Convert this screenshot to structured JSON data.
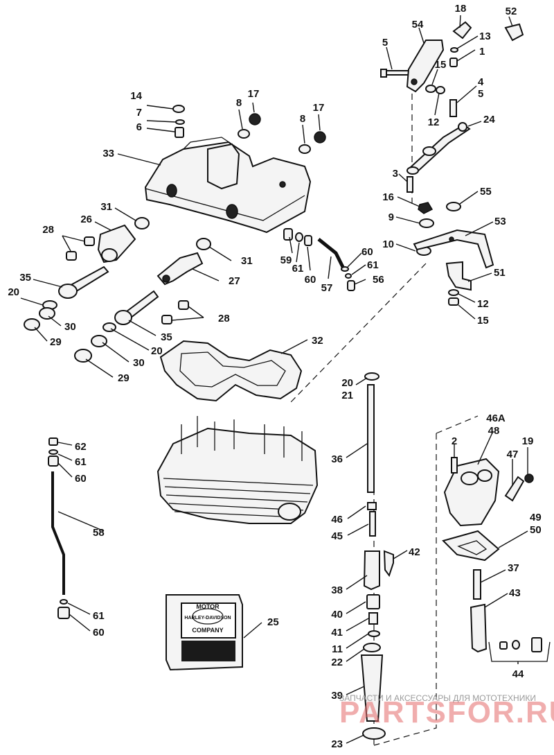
{
  "labels": {
    "l1": "1",
    "l2": "2",
    "l3": "3",
    "l4": "4",
    "l5a": "5",
    "l5b": "5",
    "l6": "6",
    "l7": "7",
    "l8a": "8",
    "l8b": "8",
    "l9": "9",
    "l10": "10",
    "l11": "11",
    "l12a": "12",
    "l12b": "12",
    "l13": "13",
    "l14": "14",
    "l15a": "15",
    "l15b": "15",
    "l16": "16",
    "l17a": "17",
    "l17b": "17",
    "l18": "18",
    "l19": "19",
    "l20a": "20",
    "l20b": "20",
    "l20c": "20",
    "l21": "21",
    "l22": "22",
    "l23": "23",
    "l24": "24",
    "l25": "25",
    "l26": "26",
    "l27": "27",
    "l28a": "28",
    "l28b": "28",
    "l29a": "29",
    "l29b": "29",
    "l30a": "30",
    "l30b": "30",
    "l31a": "31",
    "l31b": "31",
    "l32": "32",
    "l33": "33",
    "l35a": "35",
    "l35b": "35",
    "l36": "36",
    "l37": "37",
    "l38": "38",
    "l39": "39",
    "l40": "40",
    "l41": "41",
    "l42": "42",
    "l43": "43",
    "l44": "44",
    "l45": "45",
    "l46": "46",
    "l46A": "46A",
    "l47": "47",
    "l48": "48",
    "l49": "49",
    "l50": "50",
    "l51": "51",
    "l52": "52",
    "l53": "53",
    "l54": "54",
    "l55": "55",
    "l56": "56",
    "l57": "57",
    "l58": "58",
    "l59": "59",
    "l60a": "60",
    "l60b": "60",
    "l60c": "60",
    "l60d": "60",
    "l61a": "61",
    "l61b": "61",
    "l61c": "61",
    "l61d": "61",
    "l62": "62"
  },
  "card": {
    "line1": "MOTOR",
    "line2": "HARLEY-DAVIDSON",
    "line3": "COMPANY"
  },
  "watermark": {
    "tagline": "ЗАПЧАСТИ И АКСЕССУАРЫ ДЛЯ МОТОТЕХНИКИ",
    "site": "PARTSFOR.RU"
  },
  "colors": {
    "ink": "#111111",
    "watermark_red": "#e46a6a"
  }
}
